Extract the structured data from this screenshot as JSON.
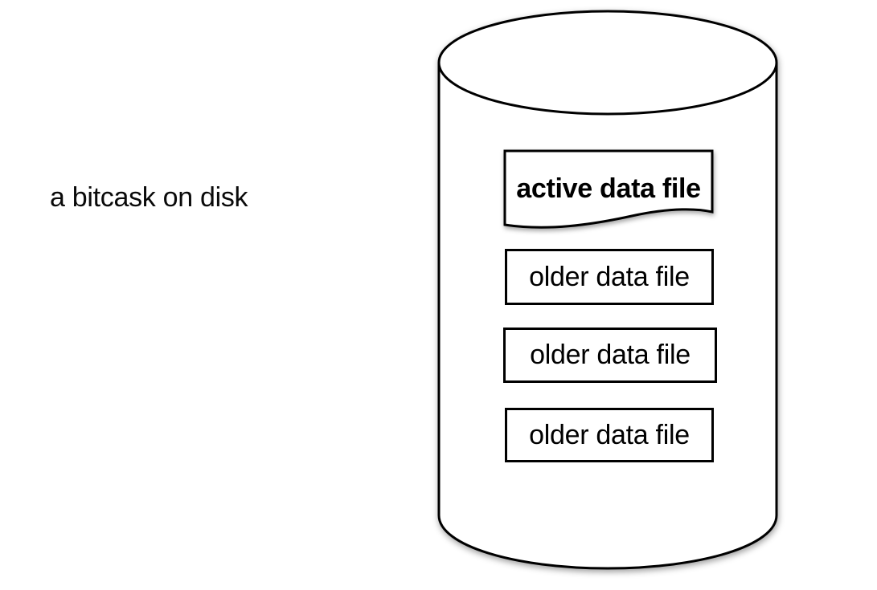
{
  "caption": "a bitcask on disk",
  "disk": {
    "active_file_label": "active data file",
    "older_files": [
      {
        "label": "older data file"
      },
      {
        "label": "older data file"
      },
      {
        "label": "older data file"
      }
    ]
  },
  "colors": {
    "stroke": "#000000",
    "fill": "#ffffff",
    "text": "#000000",
    "background": "#ffffff"
  }
}
